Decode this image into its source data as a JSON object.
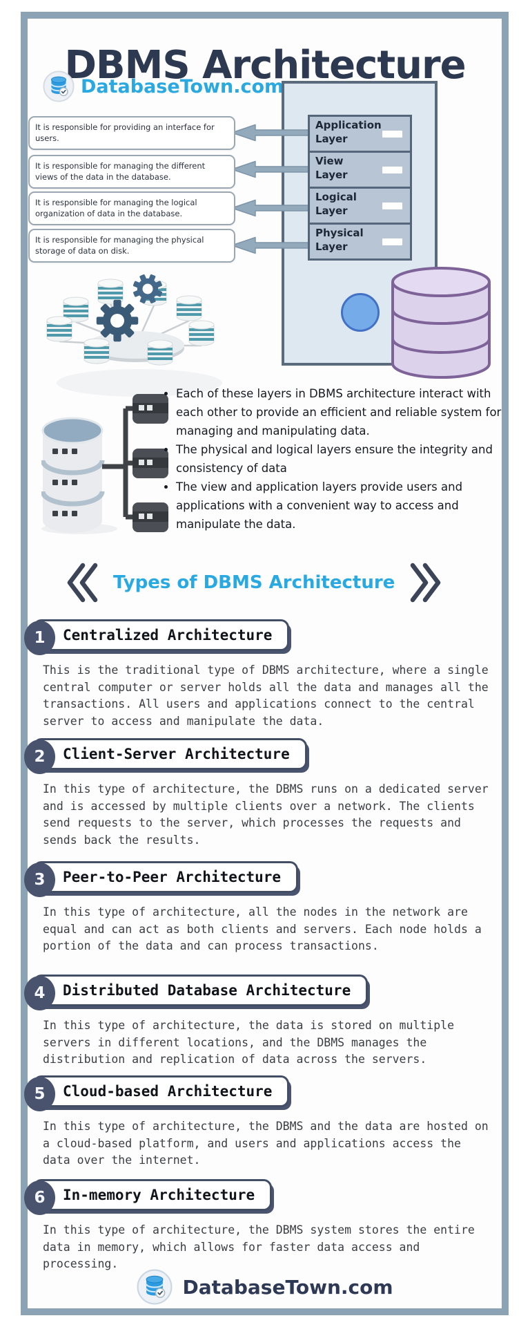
{
  "header": {
    "title": "DBMS Architecture",
    "brand": "DatabaseTown.com"
  },
  "diagram": {
    "layers": [
      {
        "name": "Application Layer",
        "description": "It is responsible for providing an interface for users."
      },
      {
        "name": "View Layer",
        "description": "It is responsible for managing the different views of the data in the database."
      },
      {
        "name": "Logical Layer",
        "description": "It is responsible for managing the logical organization of data in the database."
      },
      {
        "name": "Physical Layer",
        "description": "It is responsible for managing the physical storage of data on disk."
      }
    ]
  },
  "key_points": [
    "Each of these layers in DBMS architecture interact with each other to provide an efficient and reliable system for managing and manipulating data.",
    "The physical and logical layers ensure the integrity and consistency of data",
    "The view and application layers provide users and applications with a convenient way to access and manipulate the data."
  ],
  "types": {
    "heading": "Types of DBMS Architecture",
    "items": [
      {
        "number": "1",
        "title": "Centralized Architecture",
        "description": "This is the traditional type of DBMS architecture, where a single central computer or server holds all the data and manages all the transactions. All users and applications connect to the central server to access and manipulate the data."
      },
      {
        "number": "2",
        "title": "Client-Server Architecture",
        "description": "In this type of architecture, the DBMS runs on a dedicated server and is accessed by multiple clients over a network. The clients send requests to the server, which processes the requests and sends back the results."
      },
      {
        "number": "3",
        "title": "Peer-to-Peer Architecture",
        "description": "In this type of architecture, all the nodes in the network are equal and can act as both clients and servers. Each node holds a portion of the data and can process transactions."
      },
      {
        "number": "4",
        "title": "Distributed Database Architecture",
        "description": "In this type of architecture, the data is stored on multiple servers in different locations, and the DBMS manages the distribution and replication of data across the servers."
      },
      {
        "number": "5",
        "title": "Cloud-based Architecture",
        "description": "In this type of architecture, the DBMS and the data are hosted on a cloud-based platform, and users and applications access the data over the internet."
      },
      {
        "number": "6",
        "title": "In-memory Architecture",
        "description": "In this type of architecture, the DBMS system stores the entire data in memory, which allows for faster data access and processing."
      }
    ]
  },
  "footer": {
    "brand": "DatabaseTown.com"
  },
  "icons": {
    "brand": "database-check-icon",
    "diagram": [
      "left-arrow-icon",
      "gear-icon",
      "database-cluster-icon",
      "server-icon",
      "double-chevron-icon"
    ]
  },
  "colors": {
    "accent_blue": "#29a9e1",
    "navy": "#2c3950",
    "frame": "#8ba3b4",
    "box_fill": "#dde8f1",
    "layer_fill": "#b7c5d5",
    "circle_blue": "#74abe8",
    "cylinder_purple": "#ddd2ec",
    "number_circle": "#49536e"
  }
}
